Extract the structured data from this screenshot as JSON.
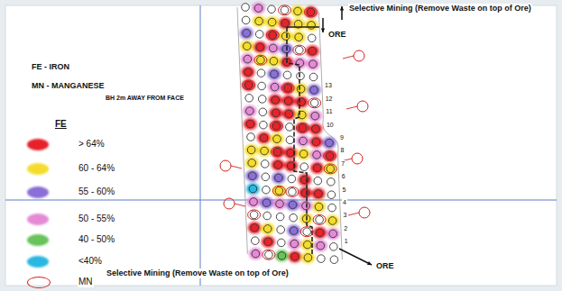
{
  "diagram": {
    "labels": [
      "Selective Mining (Remove Waste on top of Ore)",
      "ORE",
      "FE - IRON",
      "MN - MANGANESE",
      "BH 2m AWAY FROM FACE",
      "FE",
      "Selective Mining (Remove Waste on top of Ore)",
      "ORE",
      "13",
      "12",
      "11",
      "10",
      "9",
      "8",
      "7",
      "6",
      "5",
      "4",
      "3",
      "2",
      "1"
    ],
    "legend": [
      {
        "text": "> 64%",
        "color": "#e8202a"
      },
      {
        "text": "60 - 64%",
        "color": "#f5dc2c"
      },
      {
        "text": "55 - 60%",
        "color": "#8a6fd6"
      },
      {
        "text": "50 - 55%",
        "color": "#e58bd6"
      },
      {
        "text": "40 - 50%",
        "color": "#67c35a"
      },
      {
        "text": "<40%",
        "color": "#2ab7e0"
      },
      {
        "text": "MN"
      }
    ]
  }
}
